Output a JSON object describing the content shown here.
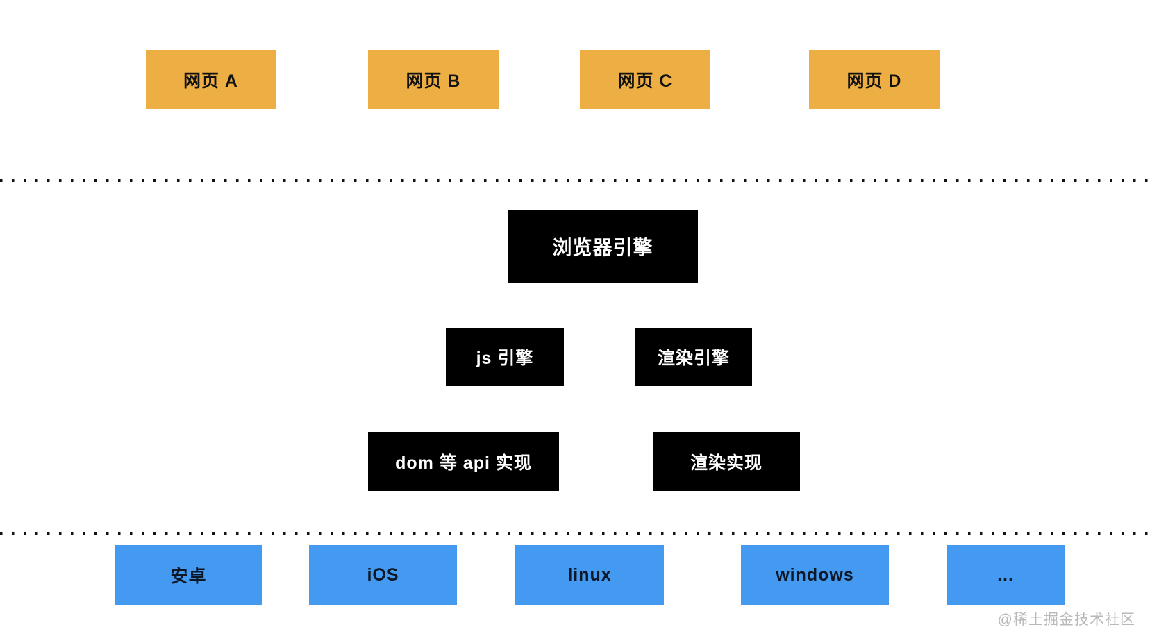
{
  "diagram": {
    "title_semantic": "browser-architecture-diagram",
    "web_pages": [
      {
        "label": "网页 A"
      },
      {
        "label": "网页 B"
      },
      {
        "label": "网页 C"
      },
      {
        "label": "网页 D"
      }
    ],
    "browser_engine": {
      "label": "浏览器引擎"
    },
    "engine_components": [
      {
        "label": "js 引擎"
      },
      {
        "label": "渲染引擎"
      }
    ],
    "implementations": [
      {
        "label": "dom 等 api 实现"
      },
      {
        "label": "渲染实现"
      }
    ],
    "os_platforms": [
      {
        "label": "安卓"
      },
      {
        "label": "iOS"
      },
      {
        "label": "linux"
      },
      {
        "label": "windows"
      },
      {
        "label": "..."
      }
    ]
  },
  "colors": {
    "web_page_box": "#edae44",
    "engine_box": "#000000",
    "engine_text": "#ffffff",
    "os_box": "#439af0",
    "separator_dots": "#111111",
    "watermark_text": "#b9b9b9"
  },
  "watermark": {
    "text": "@稀土掘金技术社区"
  }
}
